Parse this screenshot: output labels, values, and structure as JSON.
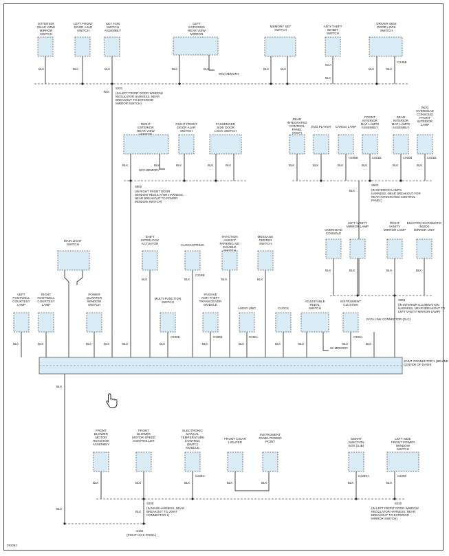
{
  "figure_id": "291062",
  "wire_color": "BLK",
  "top_row": {
    "ext_mirror_switch": "EXTERIOR REAR VIEW MIRROR SWITCH",
    "left_door_ajar": "LEFT FRONT DOOR AJAR SWITCH",
    "key_fob": "KEY FOB SWITCH ASSEMBLY",
    "left_ext_mirror": "LEFT EXTERIOR REAR VIEW MIRROR",
    "memory_set": "MEMORY SET SWITCH",
    "anti_theft": "ANTI-THEFT INHIBIT SWITCH",
    "driver_lock": "DRIVER SIDE DOOR LOCK SWITCH",
    "wo_memory": "W/O MEMORY",
    "nca": "NCA",
    "c2456": "C245B",
    "s221_title": "S221",
    "s221_desc": "(IN LEFT FRONT DOOR WINDOW REGULATOR HARNESS, NEAR BREAKOUT TO EXTERIOR MIRROR SWITCH)"
  },
  "second_row": {
    "right_ext_mirror": "RIGHT EXTERIOR REAR VIEW MIRROR",
    "right_door_ajar": "RIGHT FRONT DOOR AJAR SWITCH",
    "pass_lock": "PASSENGER SIDE DOOR LOCK SWITCH",
    "wo_memory": "W/O MEMORY",
    "s800_title": "S800",
    "s800_desc": "(IN RIGHT FRONT DOOR WINDOW REGULATOR HARNESS, NEAR BREAKOUT TO POWER WINDOW SWITCH)",
    "ricp": "REAR INTEGRATED CONTROL PANEL (RICP)",
    "dvd": "DVD PLAYER",
    "cargo": "CARGO LAMP",
    "front_map": "FRONT INTERIOR MAP LAMPS ASSEMBLY",
    "rear_map": "REAR INTERIOR MAP LAMPS ASSEMBLY",
    "wo_console": "(W/O OVERHEAD CONSOLE) FRONT INTERIOR LAMP",
    "c935b": "C935B",
    "c921b": "C921B",
    "c930b": "C930B",
    "c921b2": "C921B",
    "s902_title": "S902",
    "s902_desc": "(IN INTERIOR LAMPS HARNESS, NEAR BREAKOUT FOR REAR INTEGRATED CONTROL PANEL)"
  },
  "middle_row": {
    "main_light": "MAIN LIGHT SWITCH",
    "shift_interlock": "SHIFT INTERLOCK ACTUATOR",
    "clockspring": "CLOCKSPRING",
    "traction": "TRACTION ASSIST/ PARKING AID DISABLE SWITCH",
    "message_center": "MESSAGE CENTER SWITCH",
    "overhead_console": "OVERHEAD CONSOLE",
    "left_visor": "LEFT VANITY MIRROR LAMP",
    "right_visor": "RIGHT VANITY MIRROR LAMP",
    "electrochromic": "ELECTRO-CHROMATIC INSIDE MIRROR UNIT",
    "c218b": "C218B",
    "s903_title": "S903",
    "s903_desc": "(IN INTERIOR ILLUMINATION HARNESS, NEAR BREAKOUT TO LEFT VANITY MIRROR LAMP)"
  },
  "lower_row": {
    "left_footwell": "LEFT FOOTWELL COURTESY LAMP",
    "right_footwell": "RIGHT FOOTWELL COURTESY LAMP",
    "power_quarter": "POWER QUARTER WINDOW SWITCH",
    "multifunction": "MULTI-FUNCTION SWITCH",
    "pats": "PASSIVE ANTI-THEFT TRANSCEIVER MODULE",
    "audio": "AUDIO UNIT",
    "clock": "CLOCK",
    "adjustable_pedal": "ADJUSTABLE PEDAL SWITCH",
    "instrument_cluster": "INSTRUMENT CLUSTER",
    "dlc": "DATA LINK CONNECTOR (DLC)",
    "w_memory": "W/ MEMORY",
    "c202b": "C202B",
    "c290b": "C290B",
    "c290a": "C290A",
    "c220a": "C220A",
    "joint_label": "JOINT CONNECTOR 1 (BEHIND CENTER OF DASH)"
  },
  "bottom_row": {
    "blower_resistor": "FRONT BLOWER MOTOR RESISTOR ASSEMBLY",
    "blower_speed": "FRONT BLOWER MOTOR SPEED CONTROLLER",
    "emtc": "ELECTRONIC MANUAL TEMPERATURE CONTROL (EMTC) MODULE",
    "cigar": "FRONT CIGAR LIGHTER",
    "panel_power": "INSTRUMENT PANEL POWER POINT",
    "sjb": "SMART JUNCTION BOX (SJB)",
    "lf_power_window": "LEFT SIDE FRONT POWER WINDOW SWITCH",
    "c228c": "C228C",
    "c2280a": "C2280A",
    "c2298": "C2298",
    "s200_title": "S200",
    "s200_desc": "(IN MAIN HARNESS, NEAR BREAKOUT TO JOINT CONNECTOR 1)",
    "g201_title": "G201",
    "g201_desc": "(RIGHT KICK PANEL)",
    "s220_title": "S220",
    "s220_desc": "(IN LEFT FRONT DOOR WINDOW REGULATOR HARNESS, NEAR BREAKOUT TO EXTERIOR MIRROR SWITCH)"
  }
}
